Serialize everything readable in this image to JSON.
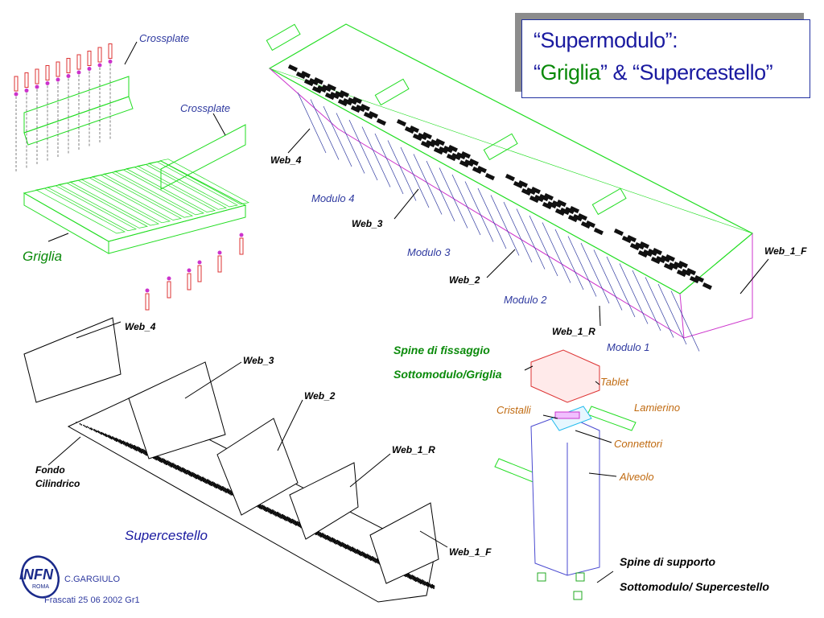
{
  "title": {
    "line1": "“Supermodulo”:",
    "line2_q1": "“",
    "line2_griglia": "Griglia",
    "line2_mid": "” & “",
    "line2_super": "Supercestello",
    "line2_q2": "”"
  },
  "labels": {
    "crossplate_1": "Crossplate",
    "crossplate_2": "Crossplate",
    "griglia": "Griglia",
    "web4_top": "Web_4",
    "modulo4": "Modulo 4",
    "web3_top": "Web_3",
    "modulo3": "Modulo 3",
    "web2_top": "Web_2",
    "modulo2": "Modulo 2",
    "web1r_top": "Web_1_R",
    "modulo1": "Modulo 1",
    "web1f_top": "Web_1_F",
    "web4_bot": "Web_4",
    "web3_bot": "Web_3",
    "web2_bot": "Web_2",
    "web1r_bot": "Web_1_R",
    "web1f_bot": "Web_1_F",
    "fondo_1": "Fondo",
    "fondo_2": "Cilindrico",
    "supercestello": "Supercestello",
    "spine_fissaggio_1": "Spine di fissaggio",
    "spine_fissaggio_2": "Sottomodulo/Griglia",
    "tablet": "Tablet",
    "lamierino": "Lamierino",
    "cristalli": "Cristalli",
    "connettori": "Connettori",
    "alveolo": "Alveolo",
    "spine_supporto_1": "Spine di supporto",
    "spine_supporto_2": "Sottomodulo/ Supercestello"
  },
  "footer": {
    "logo_text": "INFN",
    "logo_sub": "ROMA",
    "author": "C.GARGIULO",
    "date": "Frascati 25 06 2002 Gr1"
  },
  "colors": {
    "green": "#22dd22",
    "blue": "#2f3aa0",
    "magenta": "#cc33cc",
    "red": "#dd3333",
    "cyan": "#22bbee",
    "orange": "#c06a10",
    "title_blue": "#1a1aa0"
  }
}
